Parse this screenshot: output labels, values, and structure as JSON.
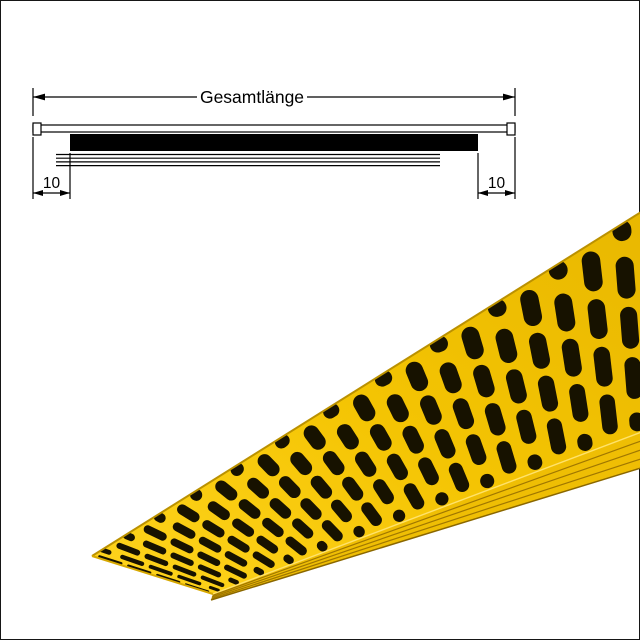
{
  "image": {
    "background": "#ffffff",
    "border_color": "#161616"
  },
  "technical_drawing": {
    "total_length_label": "Gesamtlänge",
    "left_margin_value": "10",
    "right_margin_value": "10",
    "line_color": "#000000",
    "core_fill_color": "#000000"
  },
  "product": {
    "face_color_light": "#ffd41e",
    "face_color": "#f4c403",
    "face_color_deep": "#e6b500",
    "far_edge_color": "#bb9100",
    "end_edge_color": "#d7a800",
    "bend_highlight_color": "#ffe26b",
    "fold_fill_color": "#efbe04",
    "fold_line_color": "#a07700",
    "fold_outer_edge_color": "#8a6700",
    "slot_color": "#171200"
  }
}
